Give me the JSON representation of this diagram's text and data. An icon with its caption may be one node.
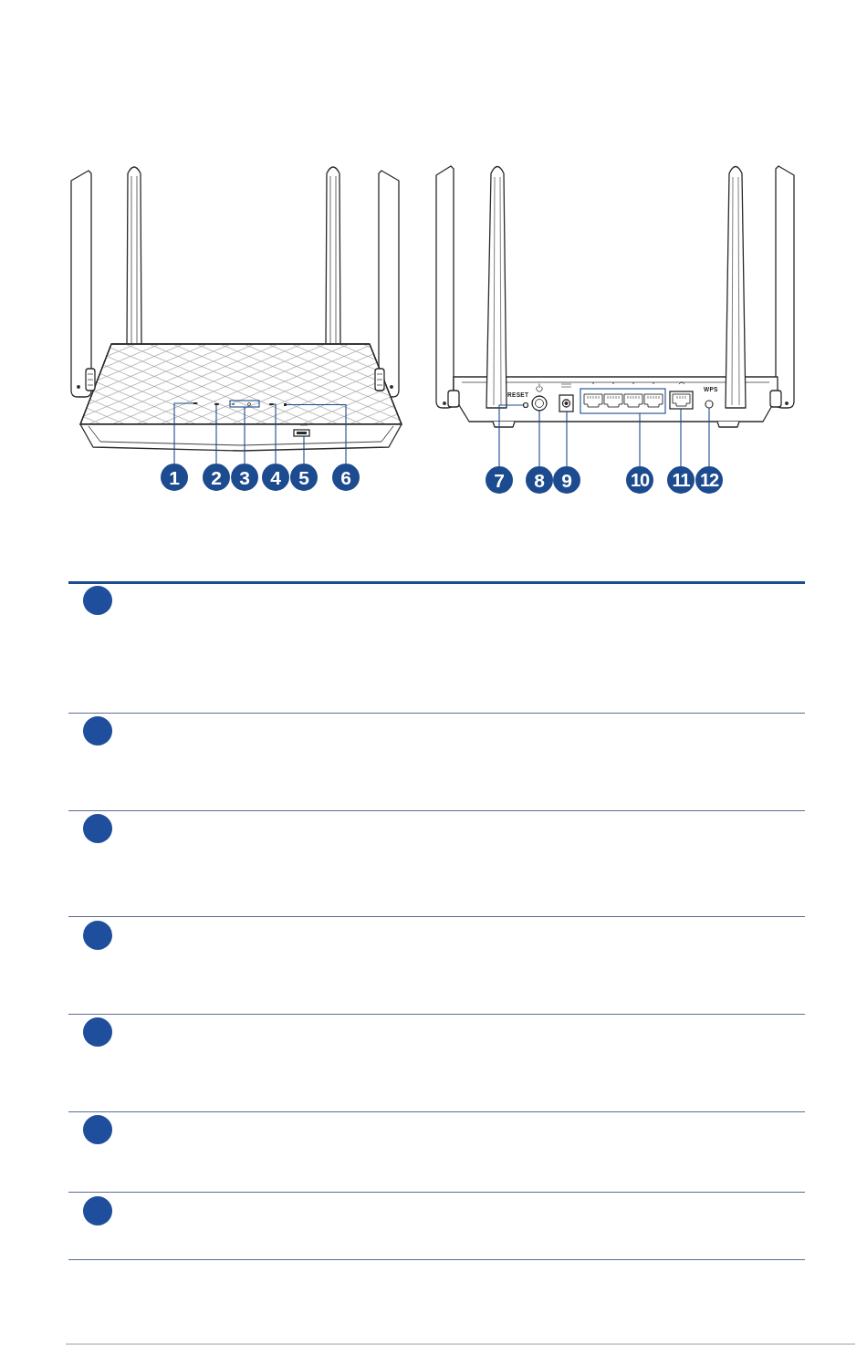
{
  "diagram": {
    "nodes": [
      {
        "text": [],
        "shape": "bar"
      },
      {
        "text": [],
        "shape": "bar"
      },
      {
        "text": [],
        "shape": "box"
      },
      {
        "text": [],
        "shape": "bar"
      },
      {
        "text": [],
        "shape": "box"
      },
      {
        "text": [],
        "shape": "box"
      },
      {
        "text": [],
        "shape": "circle"
      },
      {
        "text": [],
        "shape": "circle"
      },
      {
        "text": [],
        "shape": "box"
      },
      {
        "text": [],
        "shape": "box"
      },
      {
        "text": [],
        "shape": "box"
      },
      {
        "text": [],
        "shape": "circle"
      },
      {
        "text": [
          "1"
        ]
      },
      {
        "text": [
          "2"
        ]
      },
      {
        "text": [
          "3"
        ]
      },
      {
        "text": [
          "4"
        ]
      },
      {
        "text": [
          "5"
        ]
      },
      {
        "text": [
          "6"
        ]
      },
      {
        "text": [
          "7"
        ]
      },
      {
        "text": [
          "8"
        ]
      },
      {
        "text": [
          "9"
        ]
      },
      {
        "text": [
          "10"
        ]
      },
      {
        "text": [
          "11"
        ]
      },
      {
        "text": [
          "12"
        ]
      },
      {
        "text": [],
        "shape": "circle"
      },
      {
        "text": [],
        "shape": "circle"
      },
      {
        "text": [],
        "shape": "circle"
      },
      {
        "text": [],
        "shape": "circle"
      },
      {
        "text": [],
        "shape": "circle"
      },
      {
        "text": [],
        "shape": "circle"
      },
      {
        "text": [],
        "shape": "circle"
      }
    ],
    "edges": [
      {
        "from": 12,
        "to": 0,
        "arrow": "none"
      },
      {
        "from": 13,
        "to": 1,
        "arrow": "none"
      },
      {
        "from": 14,
        "to": 2,
        "arrow": "none"
      },
      {
        "from": 15,
        "to": 3,
        "arrow": "none"
      },
      {
        "from": 16,
        "to": 4,
        "arrow": "none"
      },
      {
        "from": 17,
        "to": 5,
        "arrow": "none"
      },
      {
        "from": 18,
        "to": 6,
        "arrow": "none"
      },
      {
        "from": 19,
        "to": 7,
        "arrow": "none"
      },
      {
        "from": 20,
        "to": 8,
        "arrow": "none"
      },
      {
        "from": 21,
        "to": 9,
        "arrow": "none"
      },
      {
        "from": 22,
        "to": 10,
        "arrow": "none"
      },
      {
        "from": 23,
        "to": 11,
        "arrow": "none"
      }
    ],
    "labels": [
      "RESET",
      "WPS"
    ]
  }
}
